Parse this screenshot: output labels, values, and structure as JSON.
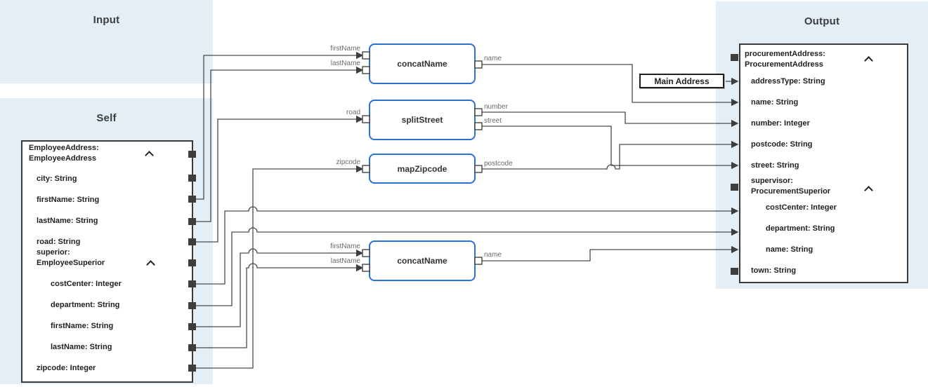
{
  "panels": {
    "input": {
      "title": "Input"
    },
    "self": {
      "title": "Self"
    },
    "output": {
      "title": "Output"
    }
  },
  "source_tree": {
    "header": "EmployeeAddress: EmployeeAddress",
    "fields": [
      {
        "label": "city: String"
      },
      {
        "label": "firstName: String"
      },
      {
        "label": "lastName: String"
      },
      {
        "label": "road: String"
      },
      {
        "label": "superior: EmployeeSuperior",
        "group": true
      },
      {
        "label": "costCenter: Integer"
      },
      {
        "label": "department: String"
      },
      {
        "label": "firstName: String"
      },
      {
        "label": "lastName: String"
      },
      {
        "label": "zipcode: Integer"
      }
    ]
  },
  "target_tree": {
    "header": "procurementAddress: ProcurementAddress",
    "fields": [
      {
        "label": "addressType: String"
      },
      {
        "label": "name: String"
      },
      {
        "label": "number: Integer"
      },
      {
        "label": "postcode: String"
      },
      {
        "label": "street: String"
      },
      {
        "label": "supervisor: ProcurementSuperior",
        "group": true
      },
      {
        "label": "costCenter: Integer"
      },
      {
        "label": "department: String"
      },
      {
        "label": "name: String"
      },
      {
        "label": "town: String"
      }
    ]
  },
  "transforms": {
    "concat_name_1": {
      "name": "concatName",
      "in1": "firstName",
      "in2": "lastName",
      "out1": "name"
    },
    "split_street": {
      "name": "splitStreet",
      "in1": "road",
      "out1": "number",
      "out2": "street"
    },
    "map_zipcode": {
      "name": "mapZipcode",
      "in1": "zipcode",
      "out1": "postcode"
    },
    "concat_name_2": {
      "name": "concatName",
      "in1": "firstName",
      "in2": "lastName",
      "out1": "name"
    }
  },
  "mapping_box": {
    "label": "Main Address"
  },
  "colors": {
    "panel_bg": "#e4eef7",
    "transform_border": "#2b6fd8",
    "line": "#4a4a4a",
    "connector": "#3d3d3d",
    "tree_border": "#3a3a3a"
  }
}
